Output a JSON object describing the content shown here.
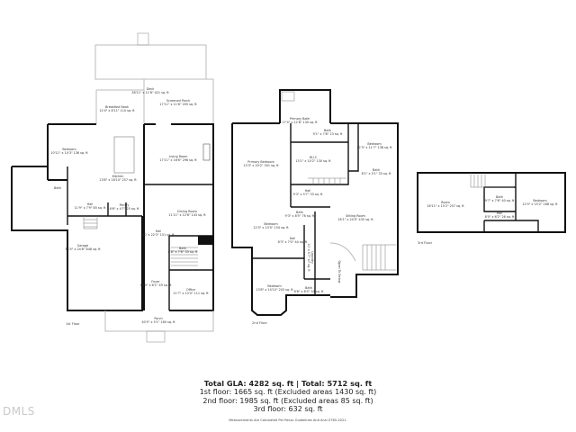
{
  "floors": [
    {
      "label": "1st Floor",
      "rooms": [
        {
          "name": "Deck",
          "dims": "38'11\" x 11'8\" 421 sq. ft"
        },
        {
          "name": "Screened Porch",
          "dims": "17'11\" x 11'6\" 205 sq. ft"
        },
        {
          "name": "Breakfast Nook",
          "dims": "12'4\" x 8'11\" 110 sq. ft"
        },
        {
          "name": "Bedroom",
          "dims": "10'11\" x 14'3\" 136 sq. ft"
        },
        {
          "name": "Living Room",
          "dims": "17'11\" x 16'6\" 296 sq. ft"
        },
        {
          "name": "Kitchen",
          "dims": "13'8\" x 18'10\" 257 sq. ft"
        },
        {
          "name": "Bath",
          "dims": ""
        },
        {
          "name": "Hall",
          "dims": "11'9\" x 7'9\" 85 sq. ft"
        },
        {
          "name": "Pantry",
          "dims": "6'6\" x 4'7\" 25 sq. ft"
        },
        {
          "name": "Dining Room",
          "dims": "11'11\" x 12'8\" 143 sq. ft"
        },
        {
          "name": "Hall",
          "dims": "10' x 22'3\" 151 sq. ft"
        },
        {
          "name": "Bath",
          "dims": "6'8\" x 7'8\" 33 sq. ft"
        },
        {
          "name": "Garage",
          "dims": "34'5\" x 24'8\" 848 sq. ft"
        },
        {
          "name": "Foyer",
          "dims": "10'0\" x 6'1\" 49 sq. ft"
        },
        {
          "name": "Office",
          "dims": "11'7\" x 13'0\" 111 sq. ft"
        },
        {
          "name": "Porch",
          "dims": "40'5\" x 5'1\" 160 sq. ft"
        }
      ]
    },
    {
      "label": "2nd Floor",
      "rooms": [
        {
          "name": "Primary Bath",
          "dims": "17'4\" x 12'8\" 130 sq. ft"
        },
        {
          "name": "Bath",
          "dims": "9'1\" x 7'8\" 23 sq. ft"
        },
        {
          "name": "Bedroom",
          "dims": "12'3\" x 11'7\" 138 sq. ft"
        },
        {
          "name": "Primary Bedroom",
          "dims": "13'3\" x 20'2\" 301 sq. ft"
        },
        {
          "name": "W.I.C",
          "dims": "13'1\" x 10'2\" 130 sq. ft"
        },
        {
          "name": "Bath",
          "dims": "8'1\" x 5'1\" 33 sq. ft"
        },
        {
          "name": "Hall",
          "dims": "9'3\" x 5'7\" 33 sq. ft"
        },
        {
          "name": "Sitting Room",
          "dims": "18'1\" x 24'0\" 435 sq. ft"
        },
        {
          "name": "Bedroom",
          "dims": "12'0\" x 13'0\" 154 sq. ft"
        },
        {
          "name": "Bath",
          "dims": "9'3\" x 8'5\" 76 sq. ft"
        },
        {
          "name": "Hall",
          "dims": "8'3\" x 7'0\" 44 sq. ft"
        },
        {
          "name": "Laundry",
          "dims": "10' x 5'7\" 47 sq. ft"
        },
        {
          "name": "Bedroom",
          "dims": "13'8\" x 14'10\" 203 sq. ft"
        },
        {
          "name": "Bath",
          "dims": "8'6\" x 6'5\" 54 sq. ft"
        },
        {
          "name": "Open To Below",
          "dims": ""
        }
      ]
    },
    {
      "label": "3rd Floor",
      "rooms": [
        {
          "name": "Room",
          "dims": "16'11\" x 15'2\" 257 sq. ft"
        },
        {
          "name": "Bath",
          "dims": "9'7\" x 7'6\" 40 sq. ft"
        },
        {
          "name": "Hall",
          "dims": "8'0\" x 6'2\" 26 sq. ft"
        },
        {
          "name": "Bedroom",
          "dims": "12'0\" x 15'2\" 188 sq. ft"
        }
      ]
    }
  ],
  "summary": {
    "total": "Total GLA: 4282 sq. ft | Total: 5712 sq. ft",
    "first": "1st floor: 1665 sq. ft (Excluded areas 1430 sq. ft)",
    "second": "2nd floor: 1985 sq. ft (Excluded areas 85 sq. ft)",
    "third": "3rd floor: 632 sq. ft",
    "note": "Measurements Are Calculated Per Recsc Guidelines And Ansi Z765-2021."
  },
  "watermark": "DMLS",
  "colors": {
    "wall": "#111111",
    "thin_wall": "#bdbdbd",
    "text": "#333333"
  }
}
